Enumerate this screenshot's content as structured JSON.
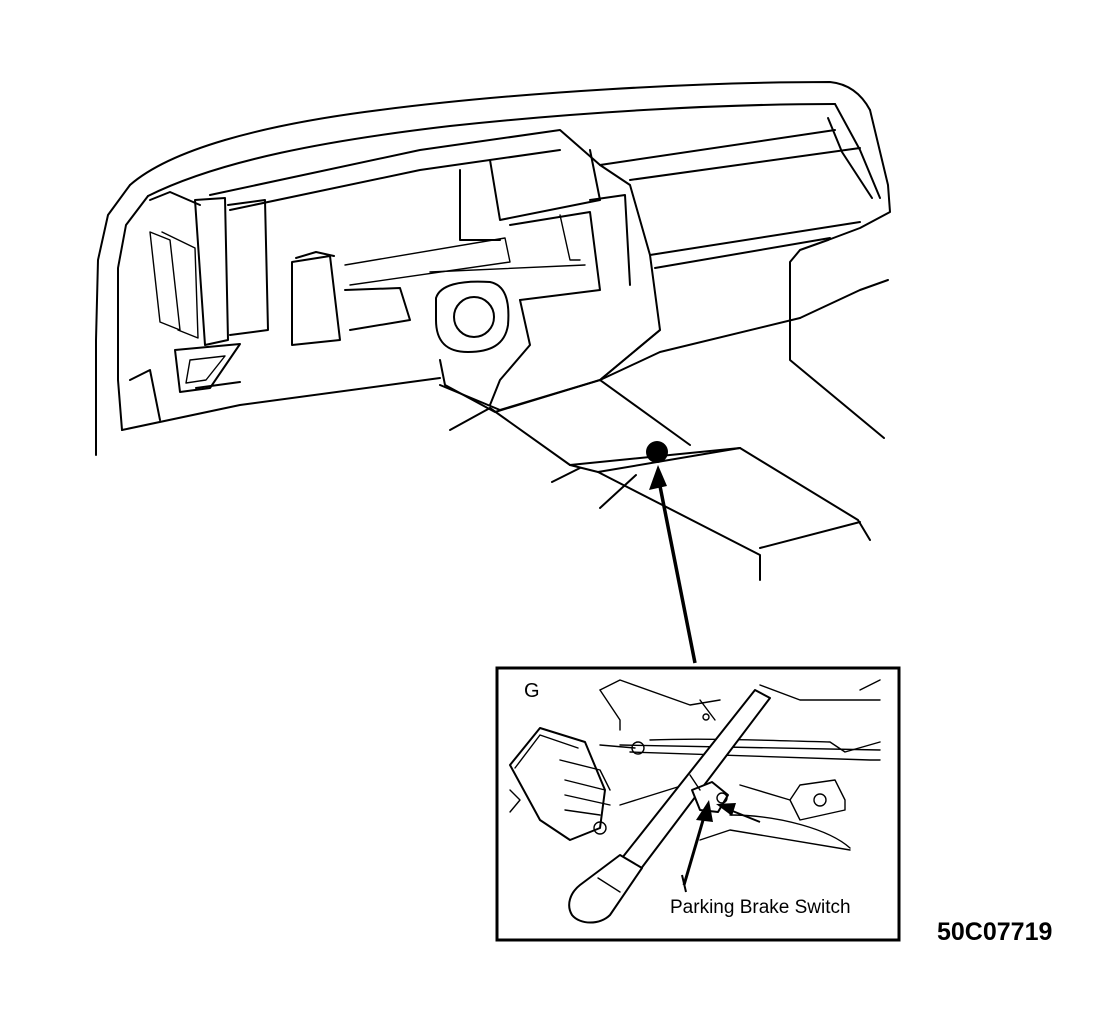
{
  "inset": {
    "letter": "G",
    "callout_label": "Parking Brake Switch"
  },
  "figure_number": "50C07719"
}
